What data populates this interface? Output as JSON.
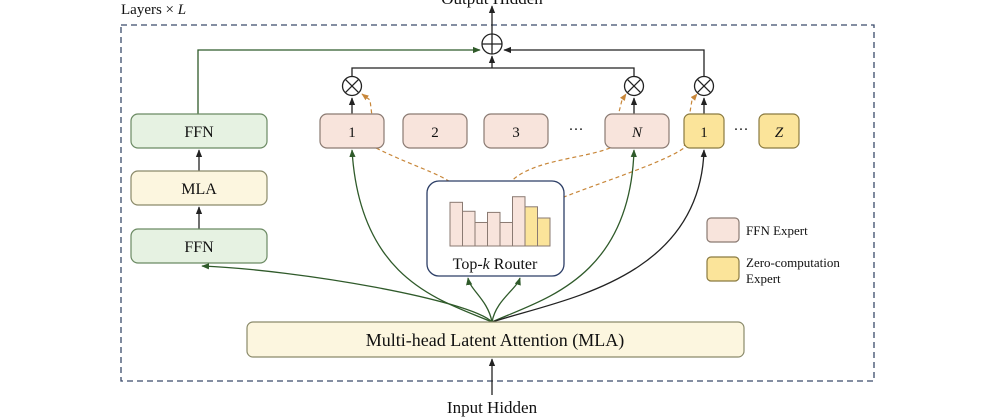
{
  "output_label": "Output Hidden",
  "layers_label": "Layers × ",
  "layers_var": "L",
  "left_stack": {
    "ffn_top": "FFN",
    "mla": "MLA",
    "ffn_bottom": "FFN"
  },
  "experts": {
    "ffn_1": "1",
    "ffn_2": "2",
    "ffn_3": "3",
    "ellipsis_1": "···",
    "ffn_n": "N",
    "zero_1": "1",
    "ellipsis_2": "···",
    "zero_z": "Z"
  },
  "router": {
    "label_pre": "Top-",
    "label_var": "k",
    "label_post": " Router",
    "bars": [
      0.78,
      0.62,
      0.42,
      0.6,
      0.42,
      0.88,
      0.7,
      0.5
    ]
  },
  "legend": {
    "ffn_expert": "FFN Expert",
    "zero_expert_line1": "Zero-computation",
    "zero_expert_line2": "Expert"
  },
  "mla_block": "Multi-head Latent Attention (MLA)",
  "input_label": "Input Hidden",
  "colors": {
    "ffn_green_fill": "#e6f2e2",
    "ffn_green_stroke": "#6b8a63",
    "mla_fill": "#fcf6df",
    "expert_fill": "#f8e4dc",
    "expert_stroke": "#8a7a72",
    "zero_fill": "#fbe49a",
    "zero_stroke": "#8a7a40",
    "dark_green": "#2f5a2a",
    "orange_dash": "#c8873a",
    "router_border": "#2c3e66",
    "dashed_border": "#3a4a6a"
  }
}
